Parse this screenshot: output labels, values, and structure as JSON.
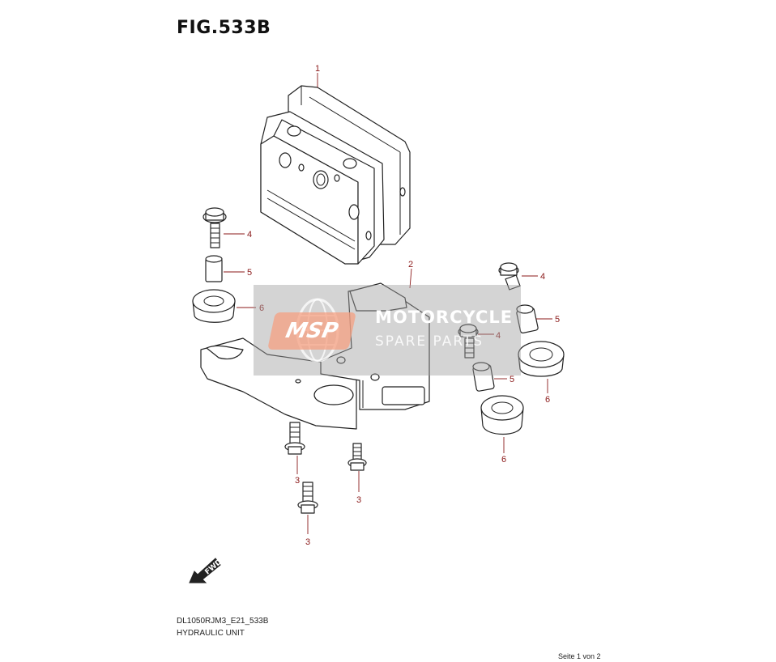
{
  "figure": {
    "title": "FIG.533B",
    "model_code": "DL1050RJM3_E21_533B",
    "assembly_name": "HYDRAULIC UNIT"
  },
  "callouts": {
    "hydraulic_unit": "1",
    "bracket": "2",
    "bolt_lower_a": "3",
    "bolt_lower_b": "3",
    "bolt_lower_c": "3",
    "bolt_left": "4",
    "bolt_right_top": "4",
    "bolt_right_mid": "4",
    "spacer_left": "5",
    "spacer_right_top": "5",
    "spacer_right_mid": "5",
    "grommet_left": "6",
    "grommet_right_top": "6",
    "grommet_right_low": "6"
  },
  "fwd_label": "FWD",
  "watermark": {
    "logo": "MSP",
    "line1": "MOTORCYCLE",
    "line2": "SPARE PARTS"
  },
  "page": "Seite 1 von 2",
  "colors": {
    "callout": "#8b1a1a",
    "line": "#222222",
    "watermark": "#a0a0a0",
    "logo": "#f5a082"
  }
}
